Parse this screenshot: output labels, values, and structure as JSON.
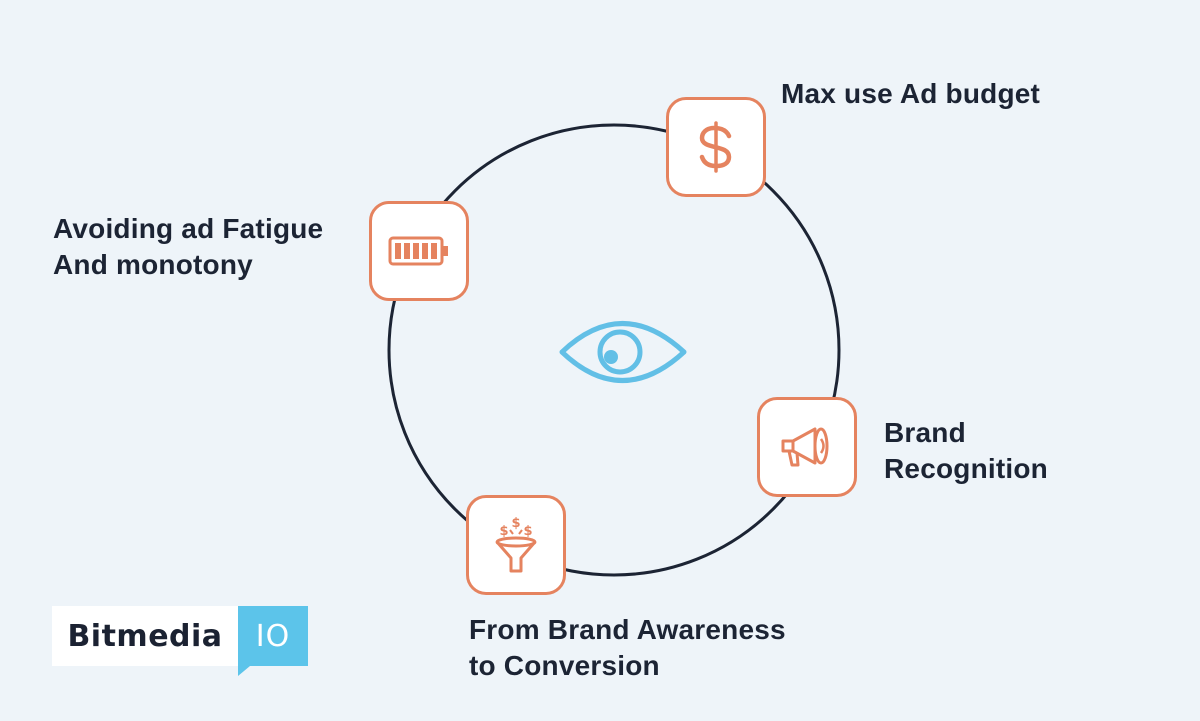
{
  "diagram": {
    "center_icon": "eye-icon",
    "nodes": [
      {
        "id": "ad-budget",
        "icon": "dollar-icon",
        "label_lines": [
          "Max use Ad budget"
        ]
      },
      {
        "id": "ad-fatigue",
        "icon": "battery-icon",
        "label_lines": [
          "Avoiding ad Fatigue",
          "And monotony"
        ]
      },
      {
        "id": "brand-recognition",
        "icon": "megaphone-icon",
        "label_lines": [
          "Brand",
          "Recognition"
        ]
      },
      {
        "id": "conversion",
        "icon": "money-funnel-icon",
        "label_lines": [
          "From Brand Awareness",
          "to Conversion"
        ]
      }
    ]
  },
  "logo": {
    "wordmark": "Bitmedia",
    "badge": "IO"
  },
  "colors": {
    "background": "#eef4f9",
    "ring": "#1c2434",
    "node_border": "#e5835f",
    "node_icon": "#e5835f",
    "eye": "#62bfe6",
    "text": "#1c2434",
    "logo_badge": "#5cc4ea"
  }
}
